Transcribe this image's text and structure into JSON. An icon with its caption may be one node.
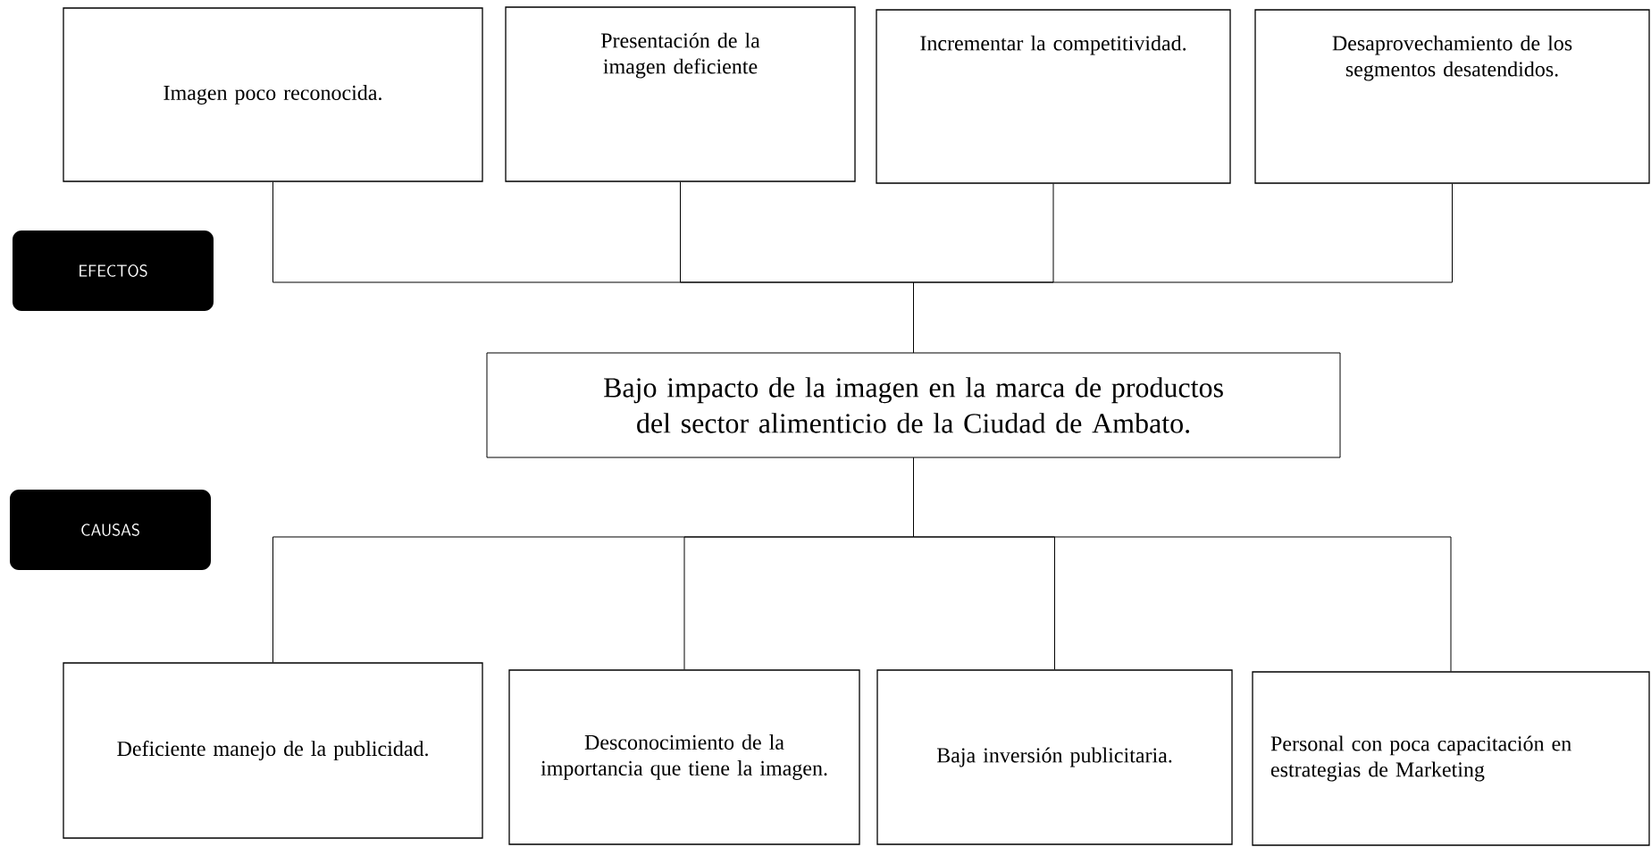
{
  "diagram": {
    "nodes": [
      {
        "text": [
          "Imagen poco reconocida."
        ]
      },
      {
        "text": [
          "Presentación de la imagen deficiente"
        ]
      },
      {
        "text": [
          "Incrementar la competitividad."
        ]
      },
      {
        "text": [
          "Desaprovechamiento de los segmentos desatendidos."
        ]
      },
      {
        "text": [
          "EFECTOS"
        ]
      },
      {
        "text": [
          "Bajo impacto de la imagen en la marca de productos del sector alimenticio de la Ciudad de Ambato."
        ]
      },
      {
        "text": [
          "CAUSAS"
        ]
      },
      {
        "text": [
          "Deficiente manejo de la publicidad."
        ]
      },
      {
        "text": [
          "Desconocimiento de la importancia que tiene la imagen."
        ]
      },
      {
        "text": [
          "Baja inversión publicitaria."
        ]
      },
      {
        "text": [
          "Personal con poca capacitación en estrategias de Marketing"
        ]
      }
    ],
    "edges": [
      {
        "from": 5,
        "to": 0,
        "arrow": "none"
      },
      {
        "from": 5,
        "to": 1,
        "arrow": "none"
      },
      {
        "from": 5,
        "to": 2,
        "arrow": "none"
      },
      {
        "from": 5,
        "to": 3,
        "arrow": "none"
      },
      {
        "from": 7,
        "to": 5,
        "arrow": "none"
      },
      {
        "from": 8,
        "to": 5,
        "arrow": "none"
      },
      {
        "from": 9,
        "to": 5,
        "arrow": "none"
      },
      {
        "from": 10,
        "to": 5,
        "arrow": "none"
      }
    ]
  }
}
